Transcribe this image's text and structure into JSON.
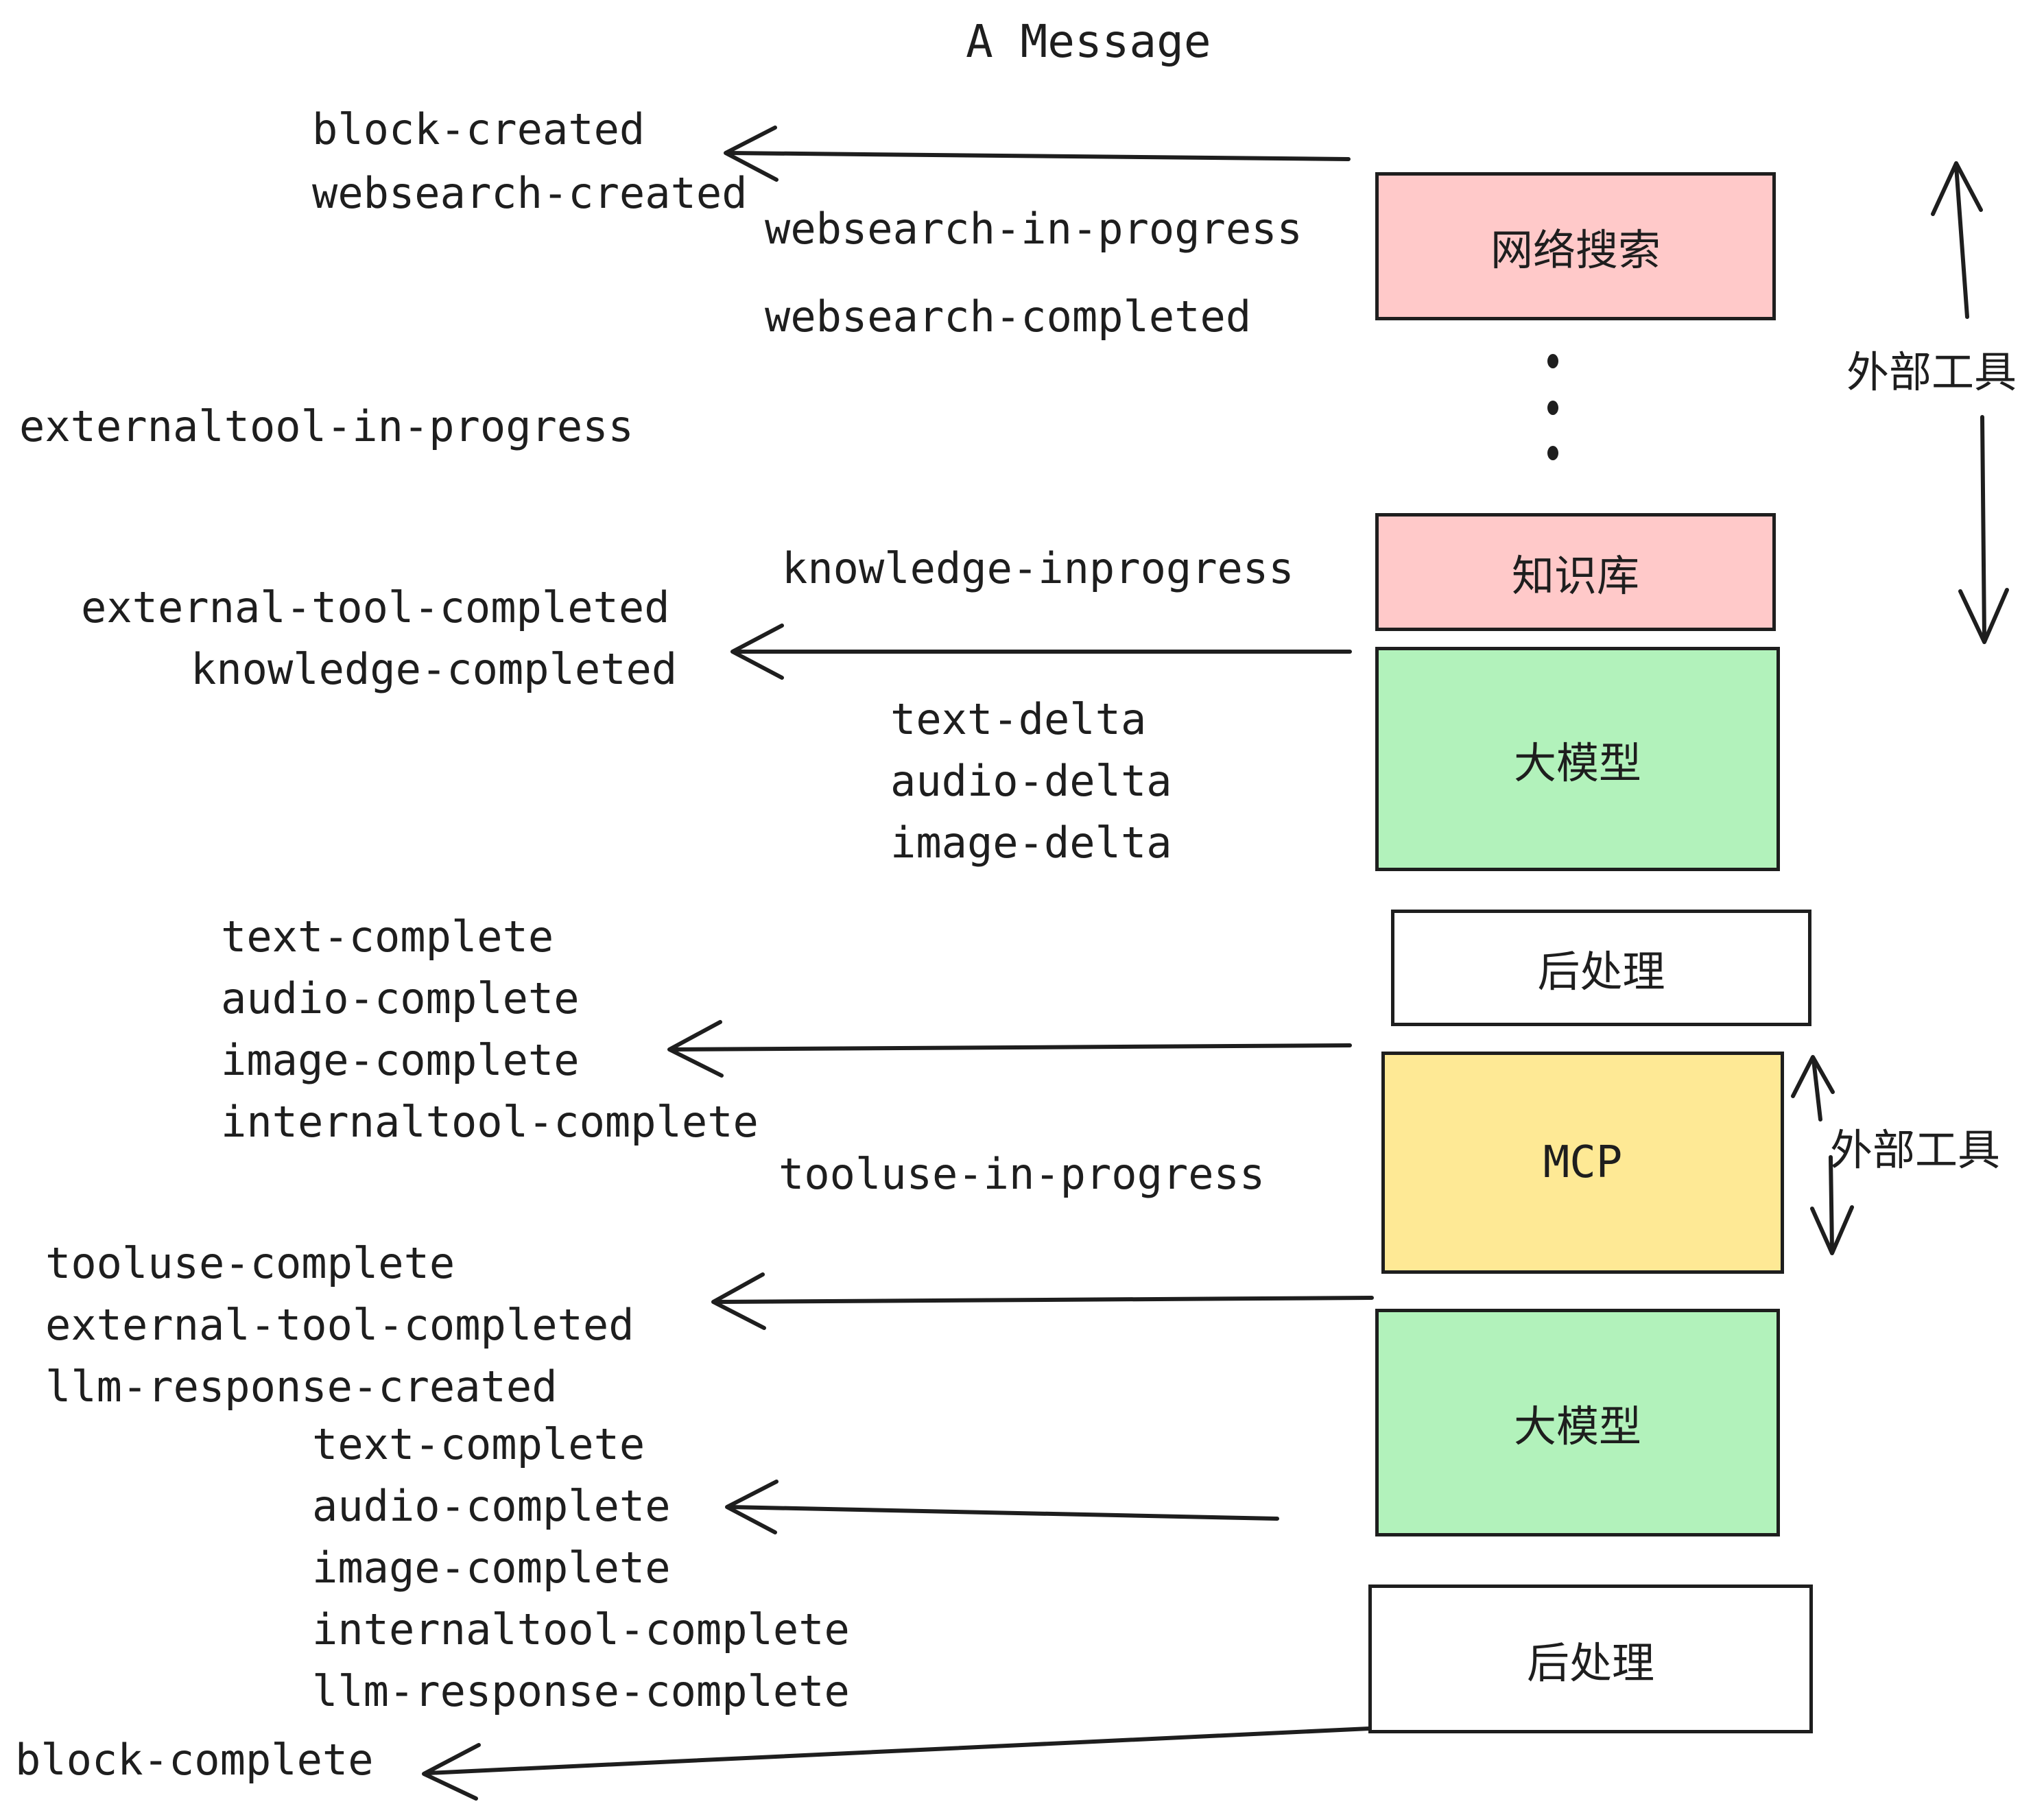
{
  "title": "A Message",
  "colors": {
    "ink": "#1e1e1e",
    "pink": "#ffc9c9",
    "green": "#b2f2bb",
    "yellow": "#fee995",
    "white": "#ffffff"
  },
  "boxes": {
    "websearch": "网络搜索",
    "knowledge": "知识库",
    "llm1": "大模型",
    "post1": "后处理",
    "mcp": "MCP",
    "llm2": "大模型",
    "post2": "后处理"
  },
  "side_labels": {
    "external_tools_1": "外部工具",
    "external_tools_2": "外部工具"
  },
  "events": {
    "block_created": "block-created",
    "websearch_created": "websearch-created",
    "websearch_in_progress": "websearch-in-progress",
    "websearch_completed": "websearch-completed",
    "externaltool_in_progress": "externaltool-in-progress",
    "knowledge_inprogress": "knowledge-inprogress",
    "external_tool_completed": "external-tool-completed",
    "knowledge_completed": "knowledge-completed",
    "text_delta": "text-delta",
    "audio_delta": "audio-delta",
    "image_delta": "image-delta",
    "text_complete": "text-complete",
    "audio_complete": "audio-complete",
    "image_complete": "image-complete",
    "internaltool_complete": "internaltool-complete",
    "tooluse_in_progress": "tooluse-in-progress",
    "tooluse_complete": "tooluse-complete",
    "llm_response_created": "llm-response-created",
    "llm_response_complete": "llm-response-complete",
    "block_complete": "block-complete"
  }
}
